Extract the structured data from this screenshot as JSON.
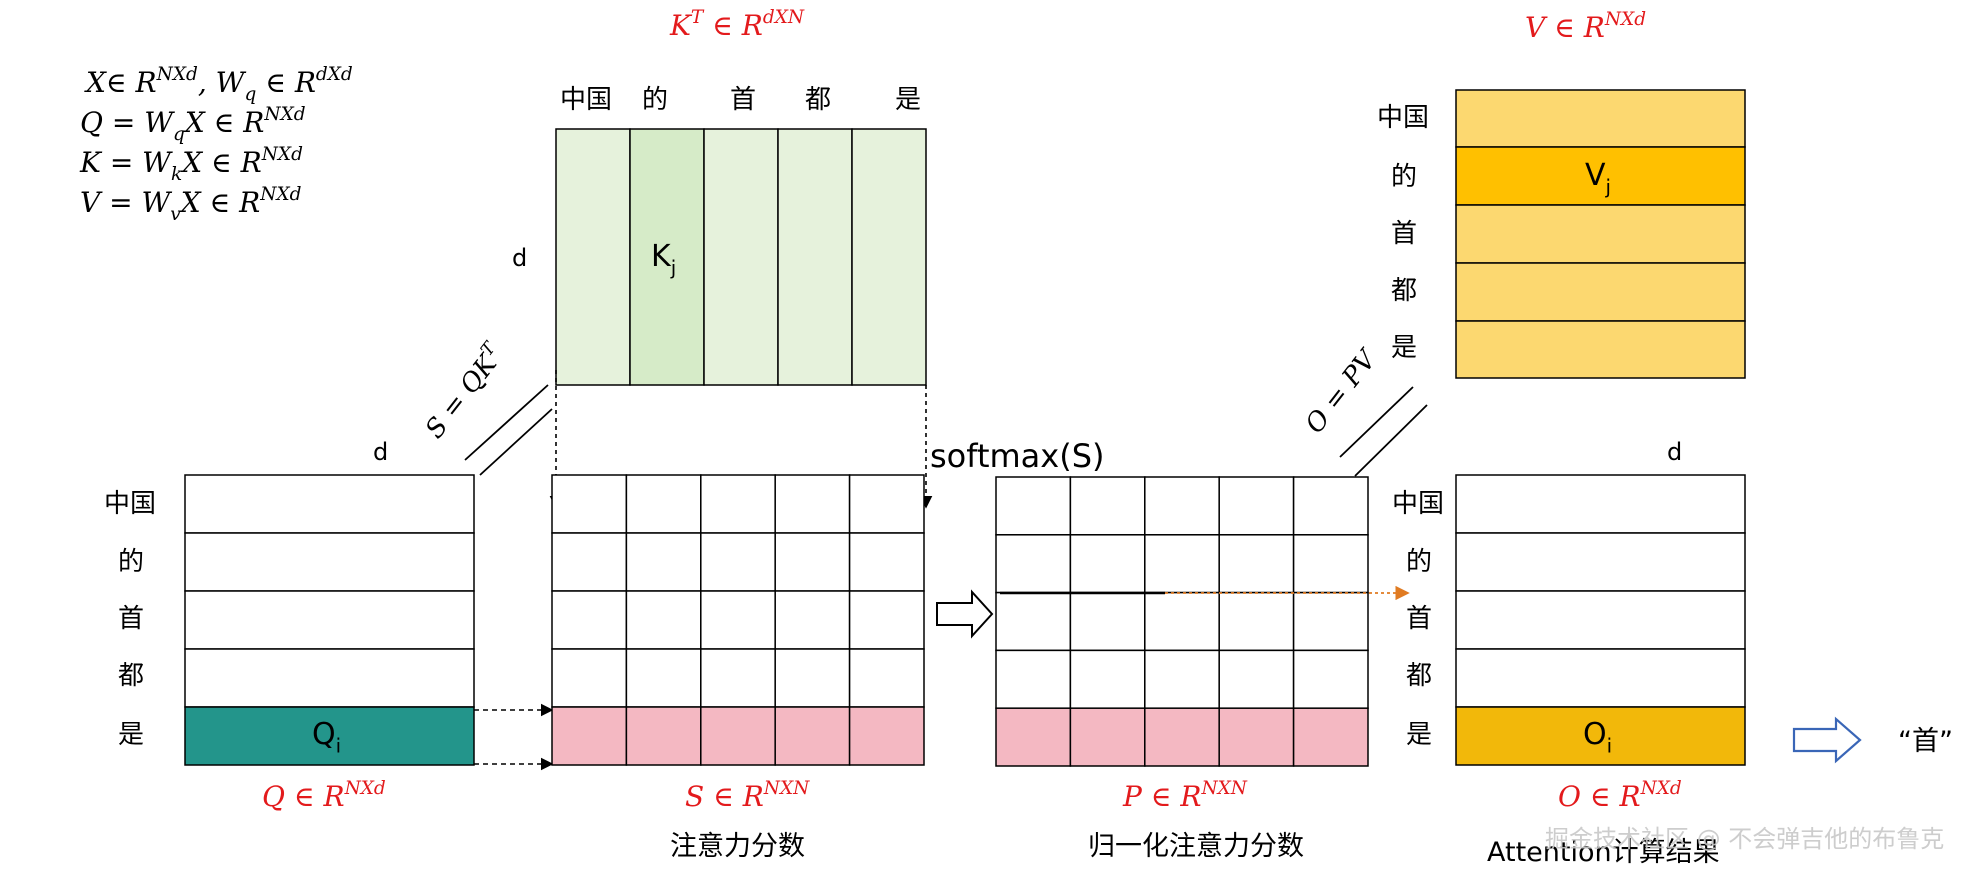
{
  "formulas": {
    "line1": "X∈ R^{NXd}, W_q ∈ R^{dXd}",
    "line2": "Q = W_qX ∈ R^{NXd}",
    "line3": "K = W_kX ∈ R^{NXd}",
    "line4": "V = W_vX ∈ R^{NXd}"
  },
  "kt": {
    "title": "K^T ∈ R^{dXN}",
    "col_labels": [
      "中国",
      "的",
      "首",
      "都",
      "是"
    ],
    "dim_label": "d",
    "cell_label": "K_j"
  },
  "v": {
    "title": "V ∈ R^{NXd}",
    "row_labels": [
      "中国",
      "的",
      "首",
      "都",
      "是"
    ],
    "cell_label": "V_j"
  },
  "q": {
    "dim_label": "d",
    "row_labels": [
      "中国",
      "的",
      "首",
      "都",
      "是"
    ],
    "cell_label": "Q_i",
    "shape": "Q ∈ R^{NXd}"
  },
  "s": {
    "op": "S = QK^T",
    "shape": "S ∈ R^{NXN}",
    "caption": "注意力分数"
  },
  "softmax": {
    "label": "softmax(S)"
  },
  "p": {
    "shape": "P ∈ R^{NXN}",
    "caption": "归一化注意力分数"
  },
  "o": {
    "op": "O = PV",
    "dim_label": "d",
    "row_labels": [
      "中国",
      "的",
      "首",
      "都",
      "是"
    ],
    "cell_label": "O_i",
    "shape": "O ∈ R^{NXd}",
    "caption": "Attention计算结果"
  },
  "output_token": "“首”",
  "watermark": "掘金技术社区 @ 不会弹吉他的布鲁克",
  "colors": {
    "red": "#e31a1c",
    "k_fill": "#e6f2dc",
    "k_highlight": "#d6ebc8",
    "v_fill": "#fcd870",
    "v_highlight": "#ffc000",
    "q_highlight": "#23958b",
    "pink": "#f4b8c2",
    "o_highlight": "#f2b80a",
    "arrow_blue": "#3a66b7",
    "orange_dot": "#e07b22"
  }
}
